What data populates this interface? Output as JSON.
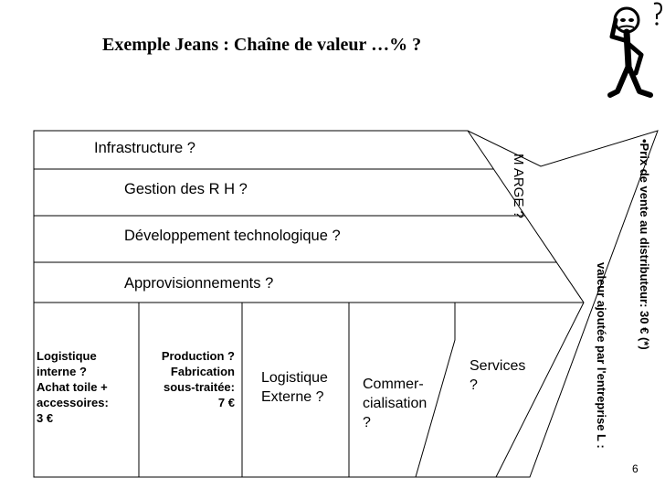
{
  "title": "Exemple Jeans : Chaîne de valeur …% ?",
  "support": {
    "infrastructure": "Infrastructure   ?",
    "grh": "Gestion des R H    ?",
    "techno": "Développement technologique   ?",
    "approvisionnements": "Approvisionnements   ?"
  },
  "primary": {
    "logistique_interne": "Logistique\ninterne  ?\nAchat toile +\naccessoires:\n3 €",
    "production": "Production ?\nFabrication\nsous-traitée:\n7 €",
    "logistique_externe": "Logistique\nExterne ?",
    "commercialisation": "Commer-\ncialisation\n  ?",
    "services": "Services\n?"
  },
  "marge": "M ARGE ?",
  "side": {
    "prix_vente": "•Prix de vente au distributeur: 30 € (*)",
    "valeur_ajoutee": "valeur ajoutée par l'entreprise L :"
  },
  "page_number": "6",
  "icons": {
    "figure": "question-figure-icon"
  }
}
